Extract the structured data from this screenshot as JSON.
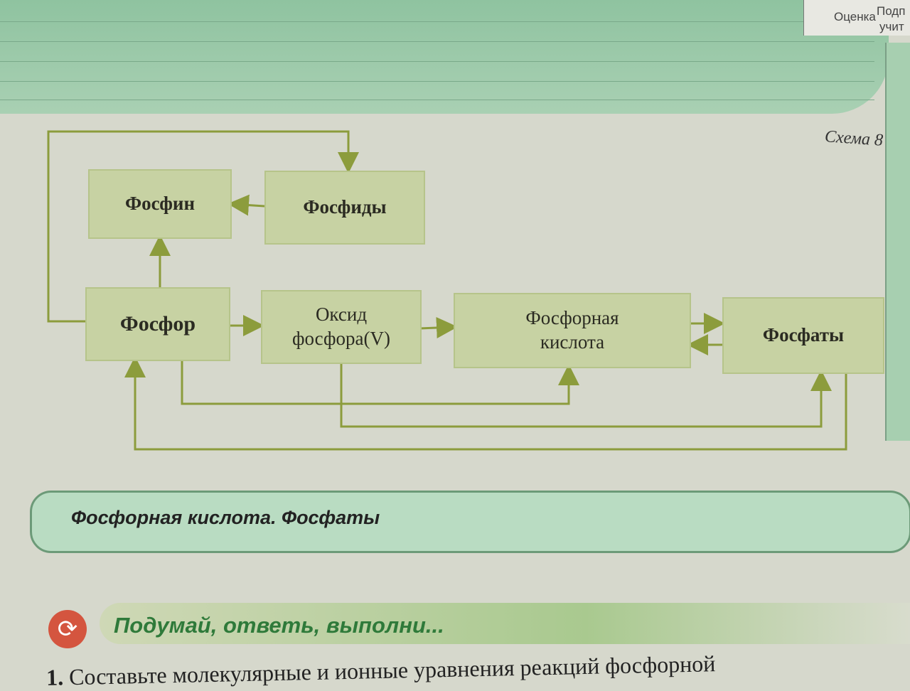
{
  "corner_table": {
    "col1": "Оценка",
    "col2_line1": "Подп",
    "col2_line2": "учит"
  },
  "scheme_label": "Схема 8",
  "diagram": {
    "nodes": {
      "phosphine": "Фосфин",
      "phosphides": "Фосфиды",
      "phosphorus": "Фосфор",
      "oxide_line1": "Оксид",
      "oxide_line2": "фосфора(V)",
      "acid_line1": "Фосфорная",
      "acid_line2": "кислота",
      "phosphates": "Фосфаты"
    },
    "edges": [
      [
        "Фосфор",
        "Фосфин"
      ],
      [
        "Фосфиды",
        "Фосфин"
      ],
      [
        "Фосфор",
        "Фосфиды"
      ],
      [
        "Фосфор",
        "Оксид фосфора(V)"
      ],
      [
        "Оксид фосфора(V)",
        "Фосфорная кислота"
      ],
      [
        "Фосфорная кислота",
        "Фосфаты"
      ],
      [
        "Фосфаты",
        "Фосфорная кислота"
      ],
      [
        "Фосфор",
        "Фосфорная кислота"
      ],
      [
        "Оксид фосфора(V)",
        "Фосфаты"
      ],
      [
        "Фосфаты",
        "Фосфор"
      ]
    ],
    "color": "#8c9c3c"
  },
  "section_title": "Фосфорная кислота. Фосфаты",
  "think": {
    "title": "Подумай, ответь, выполни...",
    "icon": "refresh-icon"
  },
  "task": {
    "number": "1.",
    "text": "Составьте молекулярные и ионные уравнения реакций фосфорной"
  }
}
